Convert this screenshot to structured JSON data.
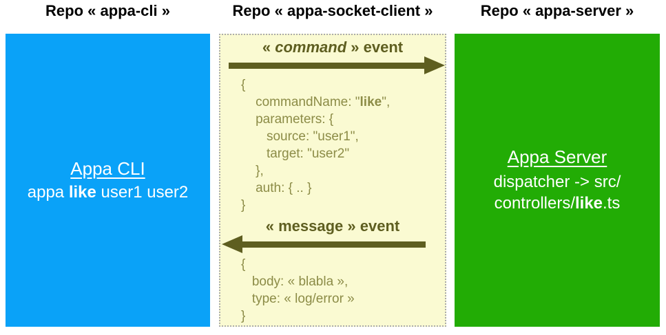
{
  "colors": {
    "cli_blue": "#0AA2F8",
    "server_green": "#22AC05",
    "panel_yellow": "#FAFAD2",
    "border_gray": "#ABABAB",
    "olive_dark": "#5E5E20",
    "olive_code": "#8C8C47"
  },
  "headers": {
    "left": "Repo « appa-cli »",
    "middle": "Repo « appa-socket-client »",
    "right": "Repo « appa-server »"
  },
  "cli_box": {
    "title": "Appa CLI",
    "command": [
      {
        "t": "appa "
      },
      {
        "t": "like",
        "b": true
      },
      {
        "t": " user1 user2"
      }
    ]
  },
  "socket_box": {
    "command_event": {
      "title": [
        {
          "t": "« "
        },
        {
          "t": "command",
          "i": true
        },
        {
          "t": " » event"
        }
      ],
      "direction": "right",
      "payload_lines": [
        [
          {
            "t": "{"
          }
        ],
        [
          {
            "t": "    commandName: \""
          },
          {
            "t": "like",
            "b": true
          },
          {
            "t": "\","
          }
        ],
        [
          {
            "t": "    parameters: {"
          }
        ],
        [
          {
            "t": "       source: \"user1\","
          }
        ],
        [
          {
            "t": "       target: \"user2\""
          }
        ],
        [
          {
            "t": "    },"
          }
        ],
        [
          {
            "t": "    auth: { .. }"
          }
        ],
        [
          {
            "t": "}"
          }
        ]
      ]
    },
    "message_event": {
      "title": [
        {
          "t": "« message » event"
        }
      ],
      "direction": "left",
      "payload_lines": [
        [
          {
            "t": "{"
          }
        ],
        [
          {
            "t": "   body: « blabla »,"
          }
        ],
        [
          {
            "t": "   type: « log/error »"
          }
        ],
        [
          {
            "t": "}"
          }
        ]
      ]
    }
  },
  "server_box": {
    "title": "Appa Server",
    "path": [
      {
        "t": "dispatcher -> src/\n"
      },
      {
        "t": "controllers/"
      },
      {
        "t": "like",
        "b": true
      },
      {
        "t": ".ts"
      }
    ]
  }
}
